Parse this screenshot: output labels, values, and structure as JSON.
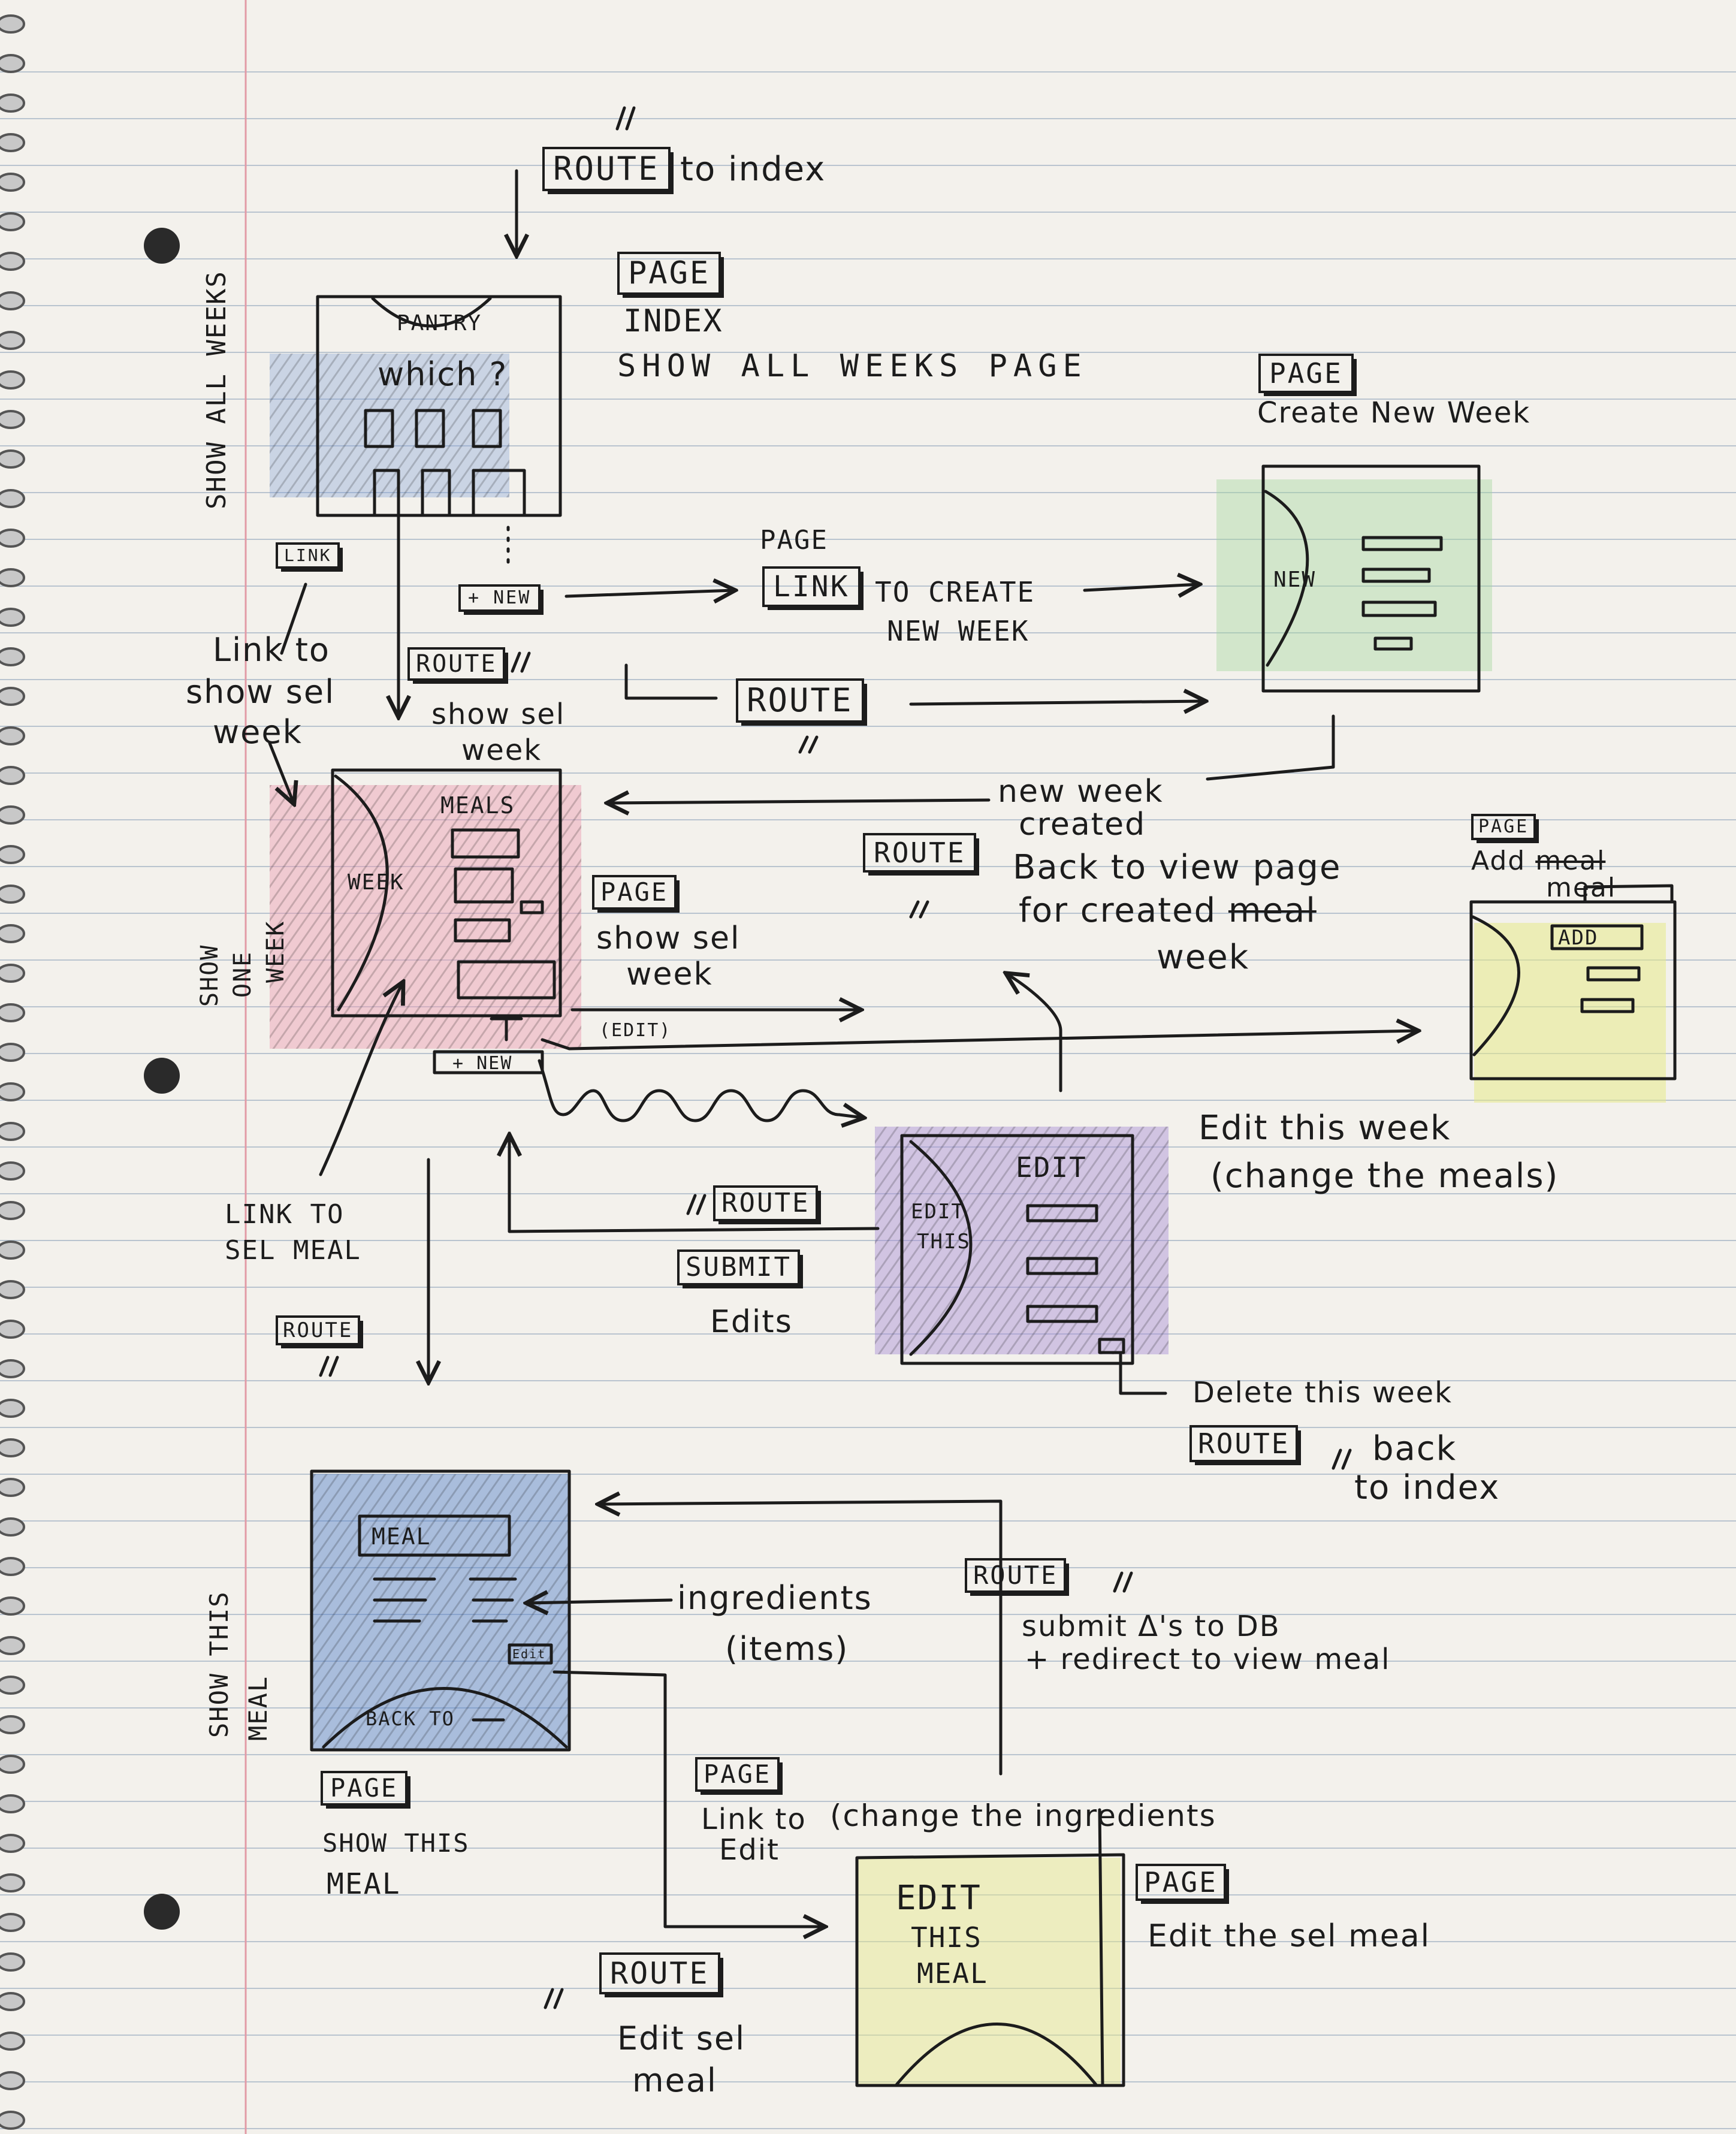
{
  "top": {
    "route_tag": "ROUTE",
    "route_text": "to index",
    "page_tag": "PAGE",
    "index": "INDEX",
    "show_all": "SHOW ALL WEEKS PAGE"
  },
  "pantry_box": {
    "pantry": "PANTRY",
    "which": "which ?",
    "side_label": "SHOW ALL WEEKS",
    "link_tag": "LINK",
    "new_button": "+ NEW"
  },
  "create": {
    "page_tag": "PAGE",
    "title": "Create New Week",
    "new": "NEW",
    "page_word": "PAGE",
    "link_tag": "LINK",
    "link_text_1": "TO CREATE",
    "link_text_2": "NEW WEEK",
    "route_tag": "ROUTE"
  },
  "week_flow": {
    "link_to": "Link to",
    "show_sel": "show sel",
    "week": "week",
    "route_tag": "ROUTE",
    "show_sel_2": "show sel",
    "week_2": "week",
    "new_week": "new week",
    "created": "created",
    "route_tag_2": "ROUTE",
    "back_1": "Back to view page",
    "back_2_pre": "for created",
    "back_2_strike": "meal",
    "back_3": "week"
  },
  "week_box": {
    "meals": "MEALS",
    "week": "WEEK",
    "side_label_1": "SHOW",
    "side_label_2": "ONE",
    "side_label_3": "WEEK",
    "page_tag": "PAGE",
    "show_sel": "show sel",
    "week_label": "week",
    "edit": "(EDIT)",
    "new_meal_button": "+ NEW"
  },
  "add_meal": {
    "page_tag": "PAGE",
    "add": "Add",
    "strike_word": "meal",
    "meal": "meal",
    "add_button": "ADD"
  },
  "edit_week": {
    "title_1": "Edit this week",
    "title_2": "(change the meals)",
    "edit": "EDIT",
    "edit_this_1": "EDIT",
    "edit_this_2": "THIS",
    "route_tag": "ROUTE",
    "submit_tag": "SUBMIT",
    "edits": "Edits",
    "delete_text": "Delete this week",
    "route_tag_2": "ROUTE",
    "back_1": "back",
    "back_2": "to index"
  },
  "sel_meal": {
    "link_to": "LINK TO",
    "sel_meal": "SEL MEAL",
    "route_tag": "ROUTE"
  },
  "meal_box": {
    "meal": "MEAL",
    "edit_btn": "Edit",
    "back_to": "BACK TO",
    "side_label_1": "SHOW THIS",
    "side_label_2": "MEAL",
    "page_tag": "PAGE",
    "show_this": "SHOW THIS",
    "meal_label": "MEAL",
    "ingredients_1": "ingredients",
    "ingredients_2": "(items)"
  },
  "db": {
    "route_tag": "ROUTE",
    "line_1": "submit Δ's to DB",
    "line_2": "+ redirect to view meal"
  },
  "edit_meal": {
    "page_tag": "PAGE",
    "link_to": "Link to",
    "edit": "Edit",
    "change": "(change the ingredients",
    "box_1": "EDIT",
    "box_2": "THIS",
    "box_3": "MEAL",
    "page_tag_2": "PAGE",
    "edit_sel": "Edit the sel meal",
    "route_tag": "ROUTE",
    "edit_sel_1": "Edit sel",
    "edit_sel_2": "meal"
  },
  "colors": {
    "ink": "#1c1c1c",
    "rule": "#b9c4cf",
    "margin": "#e29aa6",
    "blue": "#7f9fd8",
    "green": "#9fd79a",
    "pink": "#ee9bb2",
    "yellow": "#e6e98a",
    "purple": "#a98fd6",
    "meal_blue": "#4f7fc9"
  }
}
